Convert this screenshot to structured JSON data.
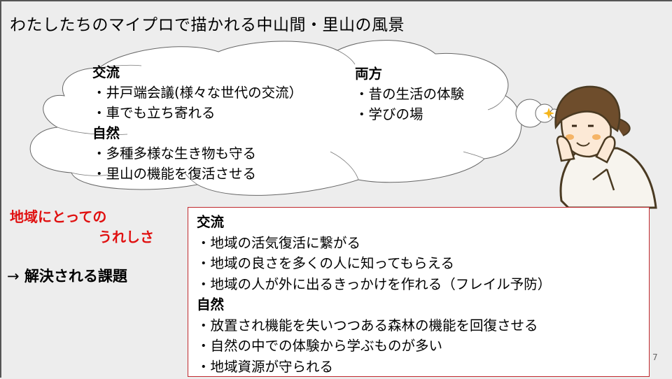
{
  "slide": {
    "title": "わたしたちのマイプロで描かれる中山間・里山の風景",
    "page_number": "7"
  },
  "thought_cloud": {
    "left": {
      "exchange_heading": "交流",
      "exchange_items": [
        "・井戸端会議(様々な世代の交流）",
        "・車でも立ち寄れる"
      ],
      "nature_heading": "自然",
      "nature_items": [
        "・多種多様な生き物も守る",
        "・里山の機能を復活させる"
      ]
    },
    "right": {
      "both_heading": "両方",
      "both_items": [
        "・昔の生活の体験",
        "・学びの場"
      ]
    }
  },
  "labels": {
    "benefit_line1": "地域にとっての",
    "benefit_line2": "うれしさ",
    "arrow": "→",
    "solved_issues": "解決される課題"
  },
  "issues_box": {
    "exchange_heading": "交流",
    "exchange_items": [
      "・地域の活気復活に繋がる",
      "・地域の良さを多くの人に知ってもらえる",
      "・地域の人が外に出るきっかけを作れる（フレイル予防）"
    ],
    "nature_heading": "自然",
    "nature_items": [
      "・放置され機能を失いつつある森林の機能を回復させる",
      "・自然の中での体験から学ぶものが多い",
      "・地域資源が守られる"
    ]
  },
  "colors": {
    "background": "#ededed",
    "accent_red": "#e01010",
    "box_border": "#c0282d",
    "cloud_stroke": "#666666"
  },
  "icons": {
    "girl_illustration": "thinking-girl",
    "sparkle": "sparkle-star"
  }
}
